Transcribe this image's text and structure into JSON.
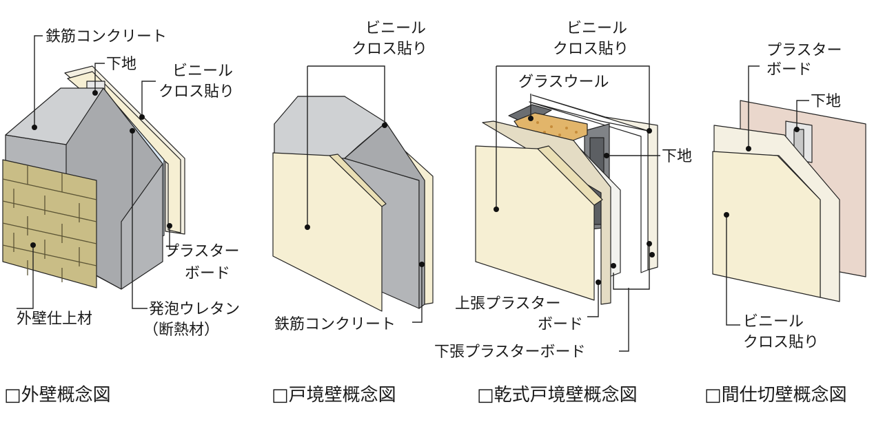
{
  "diagrams": [
    {
      "id": "exterior-wall",
      "caption": "□外壁概念図",
      "labels": {
        "concrete": "鉄筋コンクリート",
        "base": "下地",
        "vinyl_1": "ビニール",
        "vinyl_2": "クロス貼り",
        "plaster_1": "プラスター",
        "plaster_2": "ボード",
        "finish": "外壁仕上材",
        "urethane_1": "発泡ウレタン",
        "urethane_2": "（断熱材）"
      }
    },
    {
      "id": "unit-boundary-wall",
      "caption": "□戸境壁概念図",
      "labels": {
        "vinyl_1": "ビニール",
        "vinyl_2": "クロス貼り",
        "concrete": "鉄筋コンクリート"
      }
    },
    {
      "id": "dry-unit-boundary-wall",
      "caption": "□乾式戸境壁概念図",
      "labels": {
        "vinyl_1": "ビニール",
        "vinyl_2": "クロス貼り",
        "glasswool": "グラスウール",
        "base": "下地",
        "upper_plaster_1": "上張プラスター",
        "upper_plaster_2": "ボード",
        "lower_plaster": "下張プラスターボード"
      }
    },
    {
      "id": "partition-wall",
      "caption": "□間仕切壁概念図",
      "labels": {
        "plaster_1": "プラスター",
        "plaster_2": "ボード",
        "base": "下地",
        "vinyl_1": "ビニール",
        "vinyl_2": "クロス貼り"
      }
    }
  ],
  "colors": {
    "concrete_front": "#b3b5b8",
    "concrete_top": "#cfd1d3",
    "board": "#f6efd3",
    "board_edge": "#eadfb5",
    "brick": "#c9bd86",
    "glasswool": "#e2b56a",
    "stud": "#6b6e72",
    "pink_board": "#ead7cc"
  }
}
